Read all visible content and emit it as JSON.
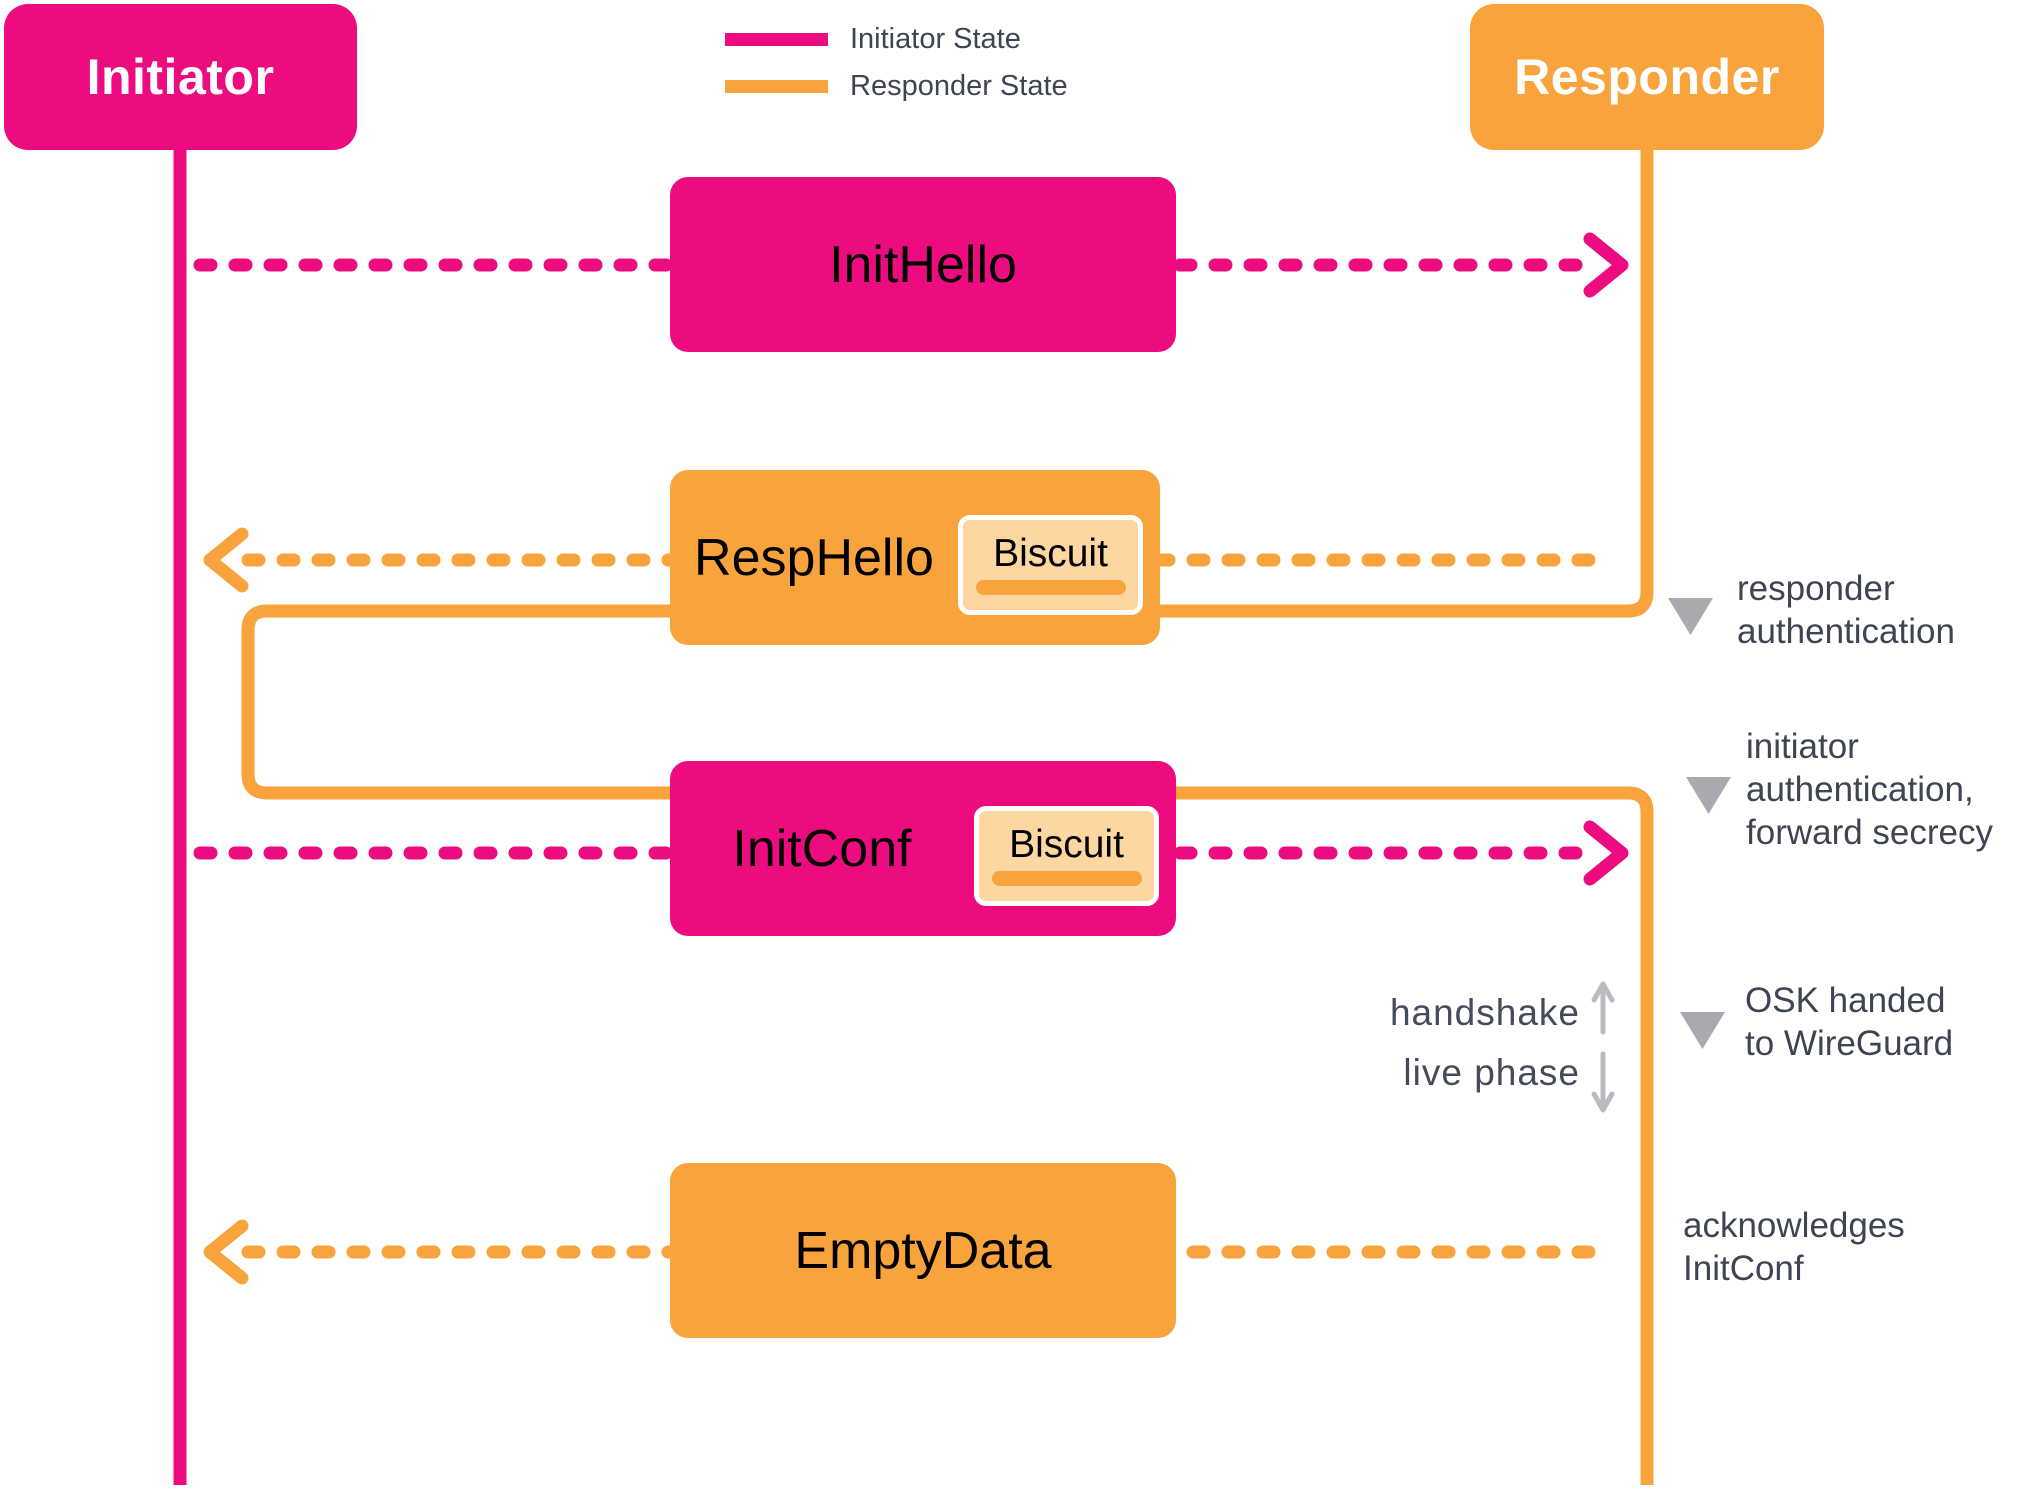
{
  "header": {
    "initiator_label": "Initiator",
    "responder_label": "Responder"
  },
  "legend": {
    "items": [
      {
        "label": "Initiator State",
        "color": "#ED0C80"
      },
      {
        "label": "Responder State",
        "color": "#F9A33D"
      }
    ]
  },
  "messages": [
    {
      "label": "InitHello",
      "direction": "right",
      "color": "#ED0C80"
    },
    {
      "label": "RespHello",
      "direction": "left",
      "color": "#F9A33D",
      "biscuit_label": "Biscuit"
    },
    {
      "label": "InitConf",
      "direction": "right",
      "color": "#ED0C80",
      "biscuit_label": "Biscuit"
    },
    {
      "label": "EmptyData",
      "direction": "left",
      "color": "#F9A33D"
    }
  ],
  "annotations": [
    {
      "lines": [
        "responder",
        "authentication"
      ]
    },
    {
      "lines": [
        "initiator",
        "authentication,",
        "forward secrecy"
      ]
    },
    {
      "lines": [
        "OSK handed",
        "to WireGuard"
      ]
    },
    {
      "lines": [
        "acknowledges",
        "InitConf"
      ]
    }
  ],
  "phase_labels": {
    "above": "handshake",
    "below": "live phase"
  },
  "colors": {
    "initiator_pink": "#ED0C80",
    "responder_orange": "#F9A33D",
    "biscuit_fill": "#FCD7A1",
    "annotation_text": "#3F4453",
    "marker_gray": "#A9AAAF",
    "arrow_gray": "#B9BBC1"
  }
}
